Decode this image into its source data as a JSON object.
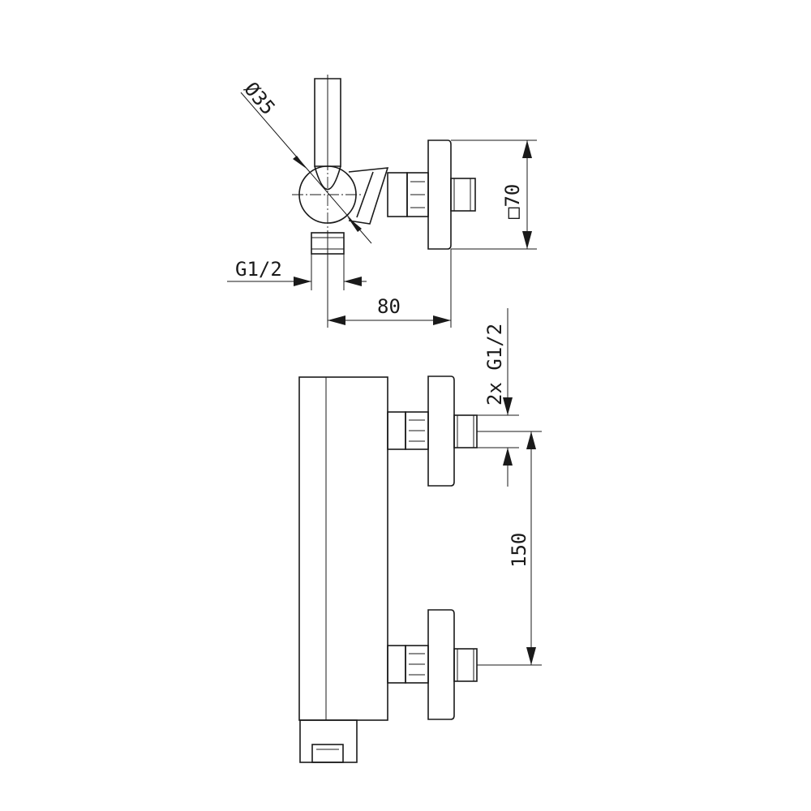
{
  "dimensions": {
    "dia_top": "Ø35",
    "square_side": "□70",
    "thread_top": "G1/2",
    "depth": "80",
    "thread_side": "2x G1/2",
    "spacing": "150"
  }
}
